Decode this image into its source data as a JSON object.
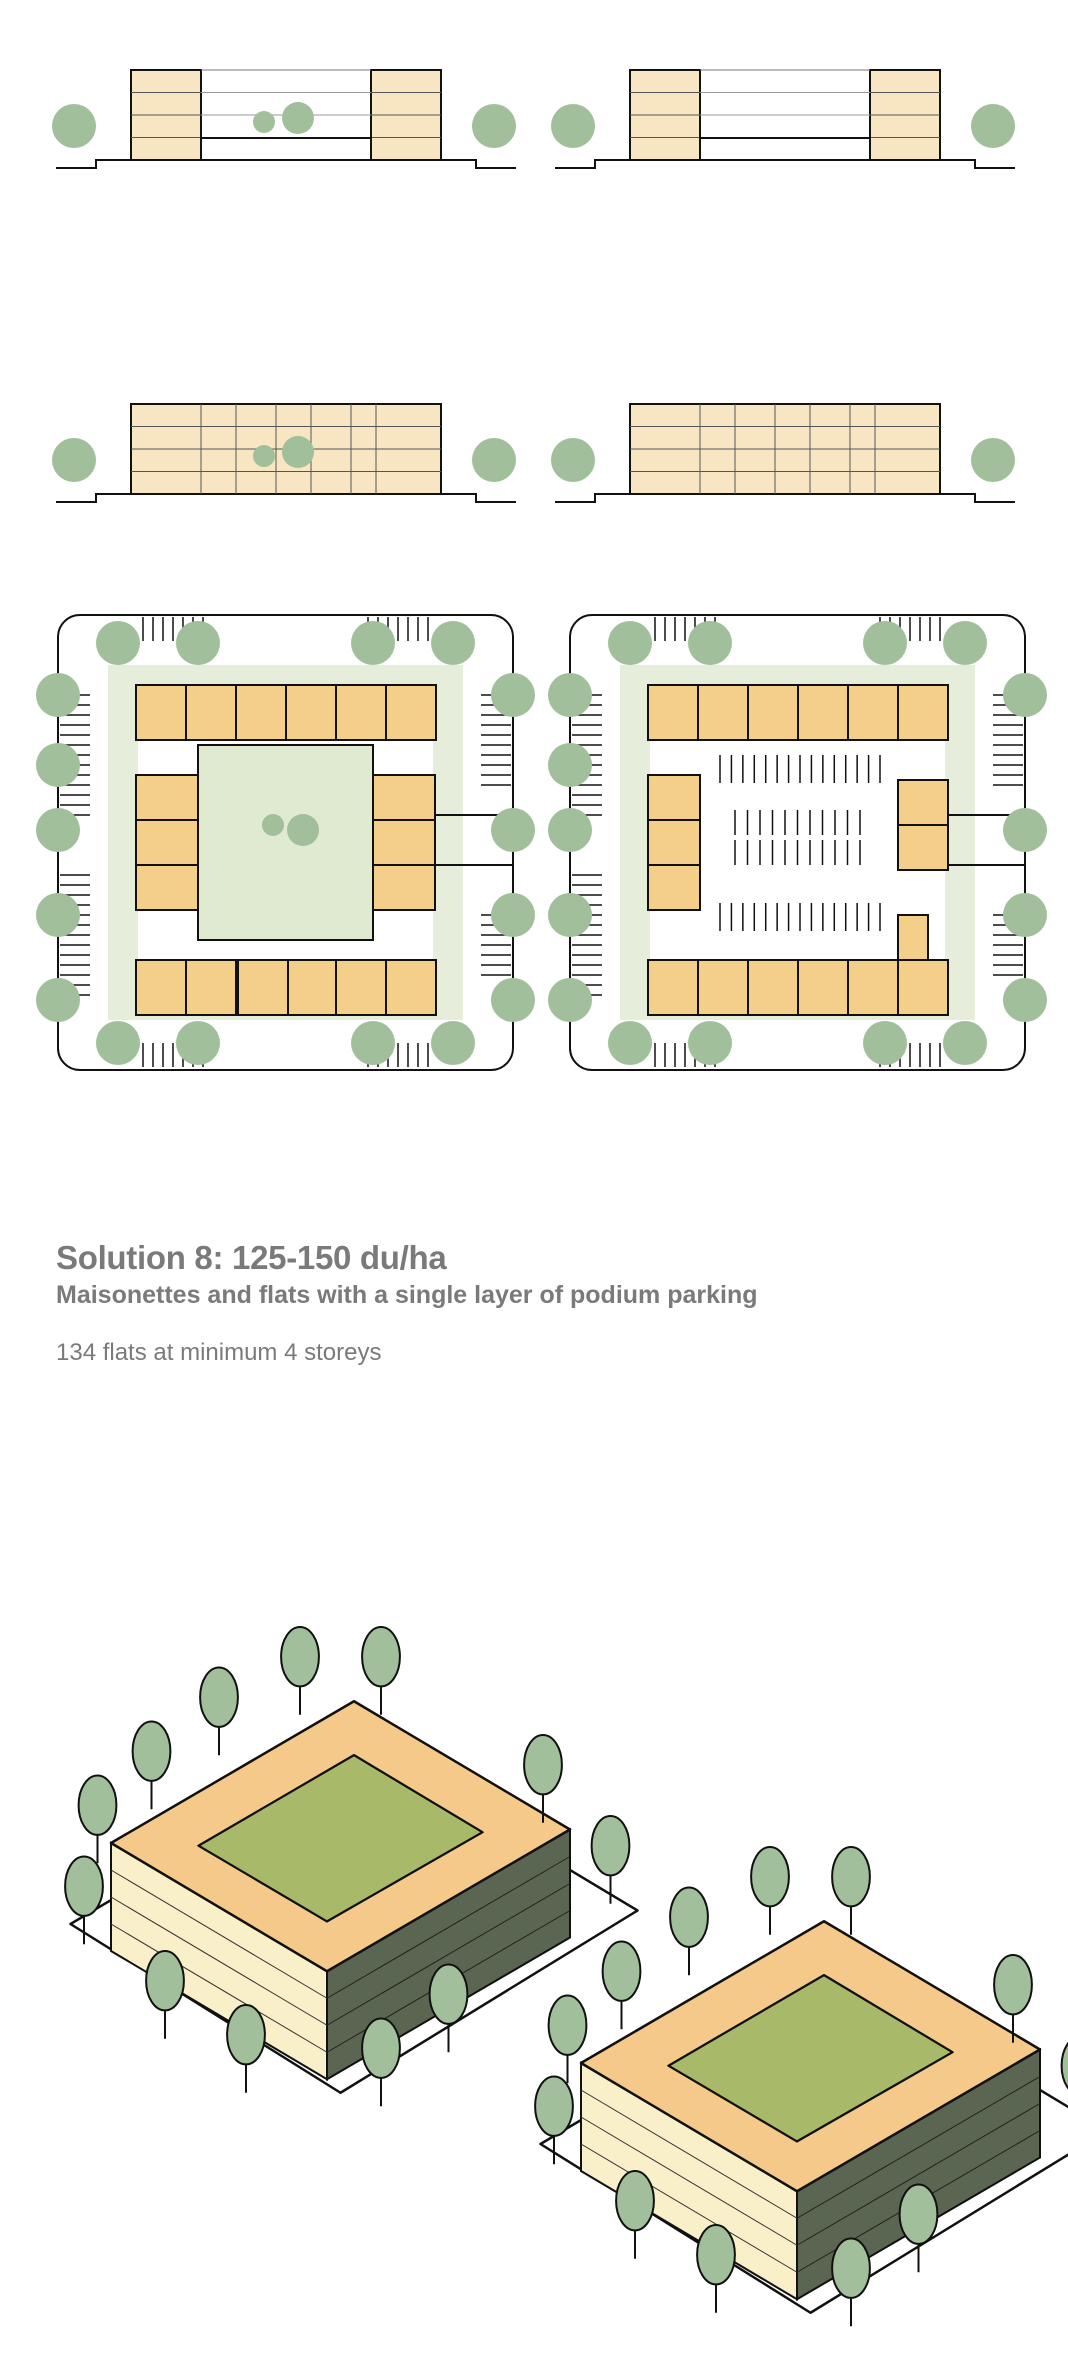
{
  "caption": {
    "title": "Solution 8: 125-150 du/ha",
    "subtitle": "Maisonettes and flats with a single layer of podium parking",
    "note": "134 flats at minimum 4 storeys"
  },
  "colors": {
    "flat_fill": "#f3cf8a",
    "section_fill": "#f8e6c3",
    "courtyard": "#e0ead0",
    "green_strip": "#e6edda",
    "tree": "#a2bf9c",
    "iso_roof": "#f5c98a",
    "iso_wall_light": "#f9efc8",
    "iso_wall_dark": "#5a6552",
    "iso_ground": "#a8b96a",
    "line": "#111111"
  },
  "drawings": [
    {
      "type": "section",
      "variant": "courtyard-with-trees"
    },
    {
      "type": "section",
      "variant": "podium-deck"
    },
    {
      "type": "section",
      "variant": "courtyard-with-trees-long"
    },
    {
      "type": "section",
      "variant": "podium-deck-long"
    },
    {
      "type": "plan",
      "variant": "courtyard-garden"
    },
    {
      "type": "plan",
      "variant": "podium-parking"
    },
    {
      "type": "isometric",
      "variant": "two-blocks"
    }
  ]
}
